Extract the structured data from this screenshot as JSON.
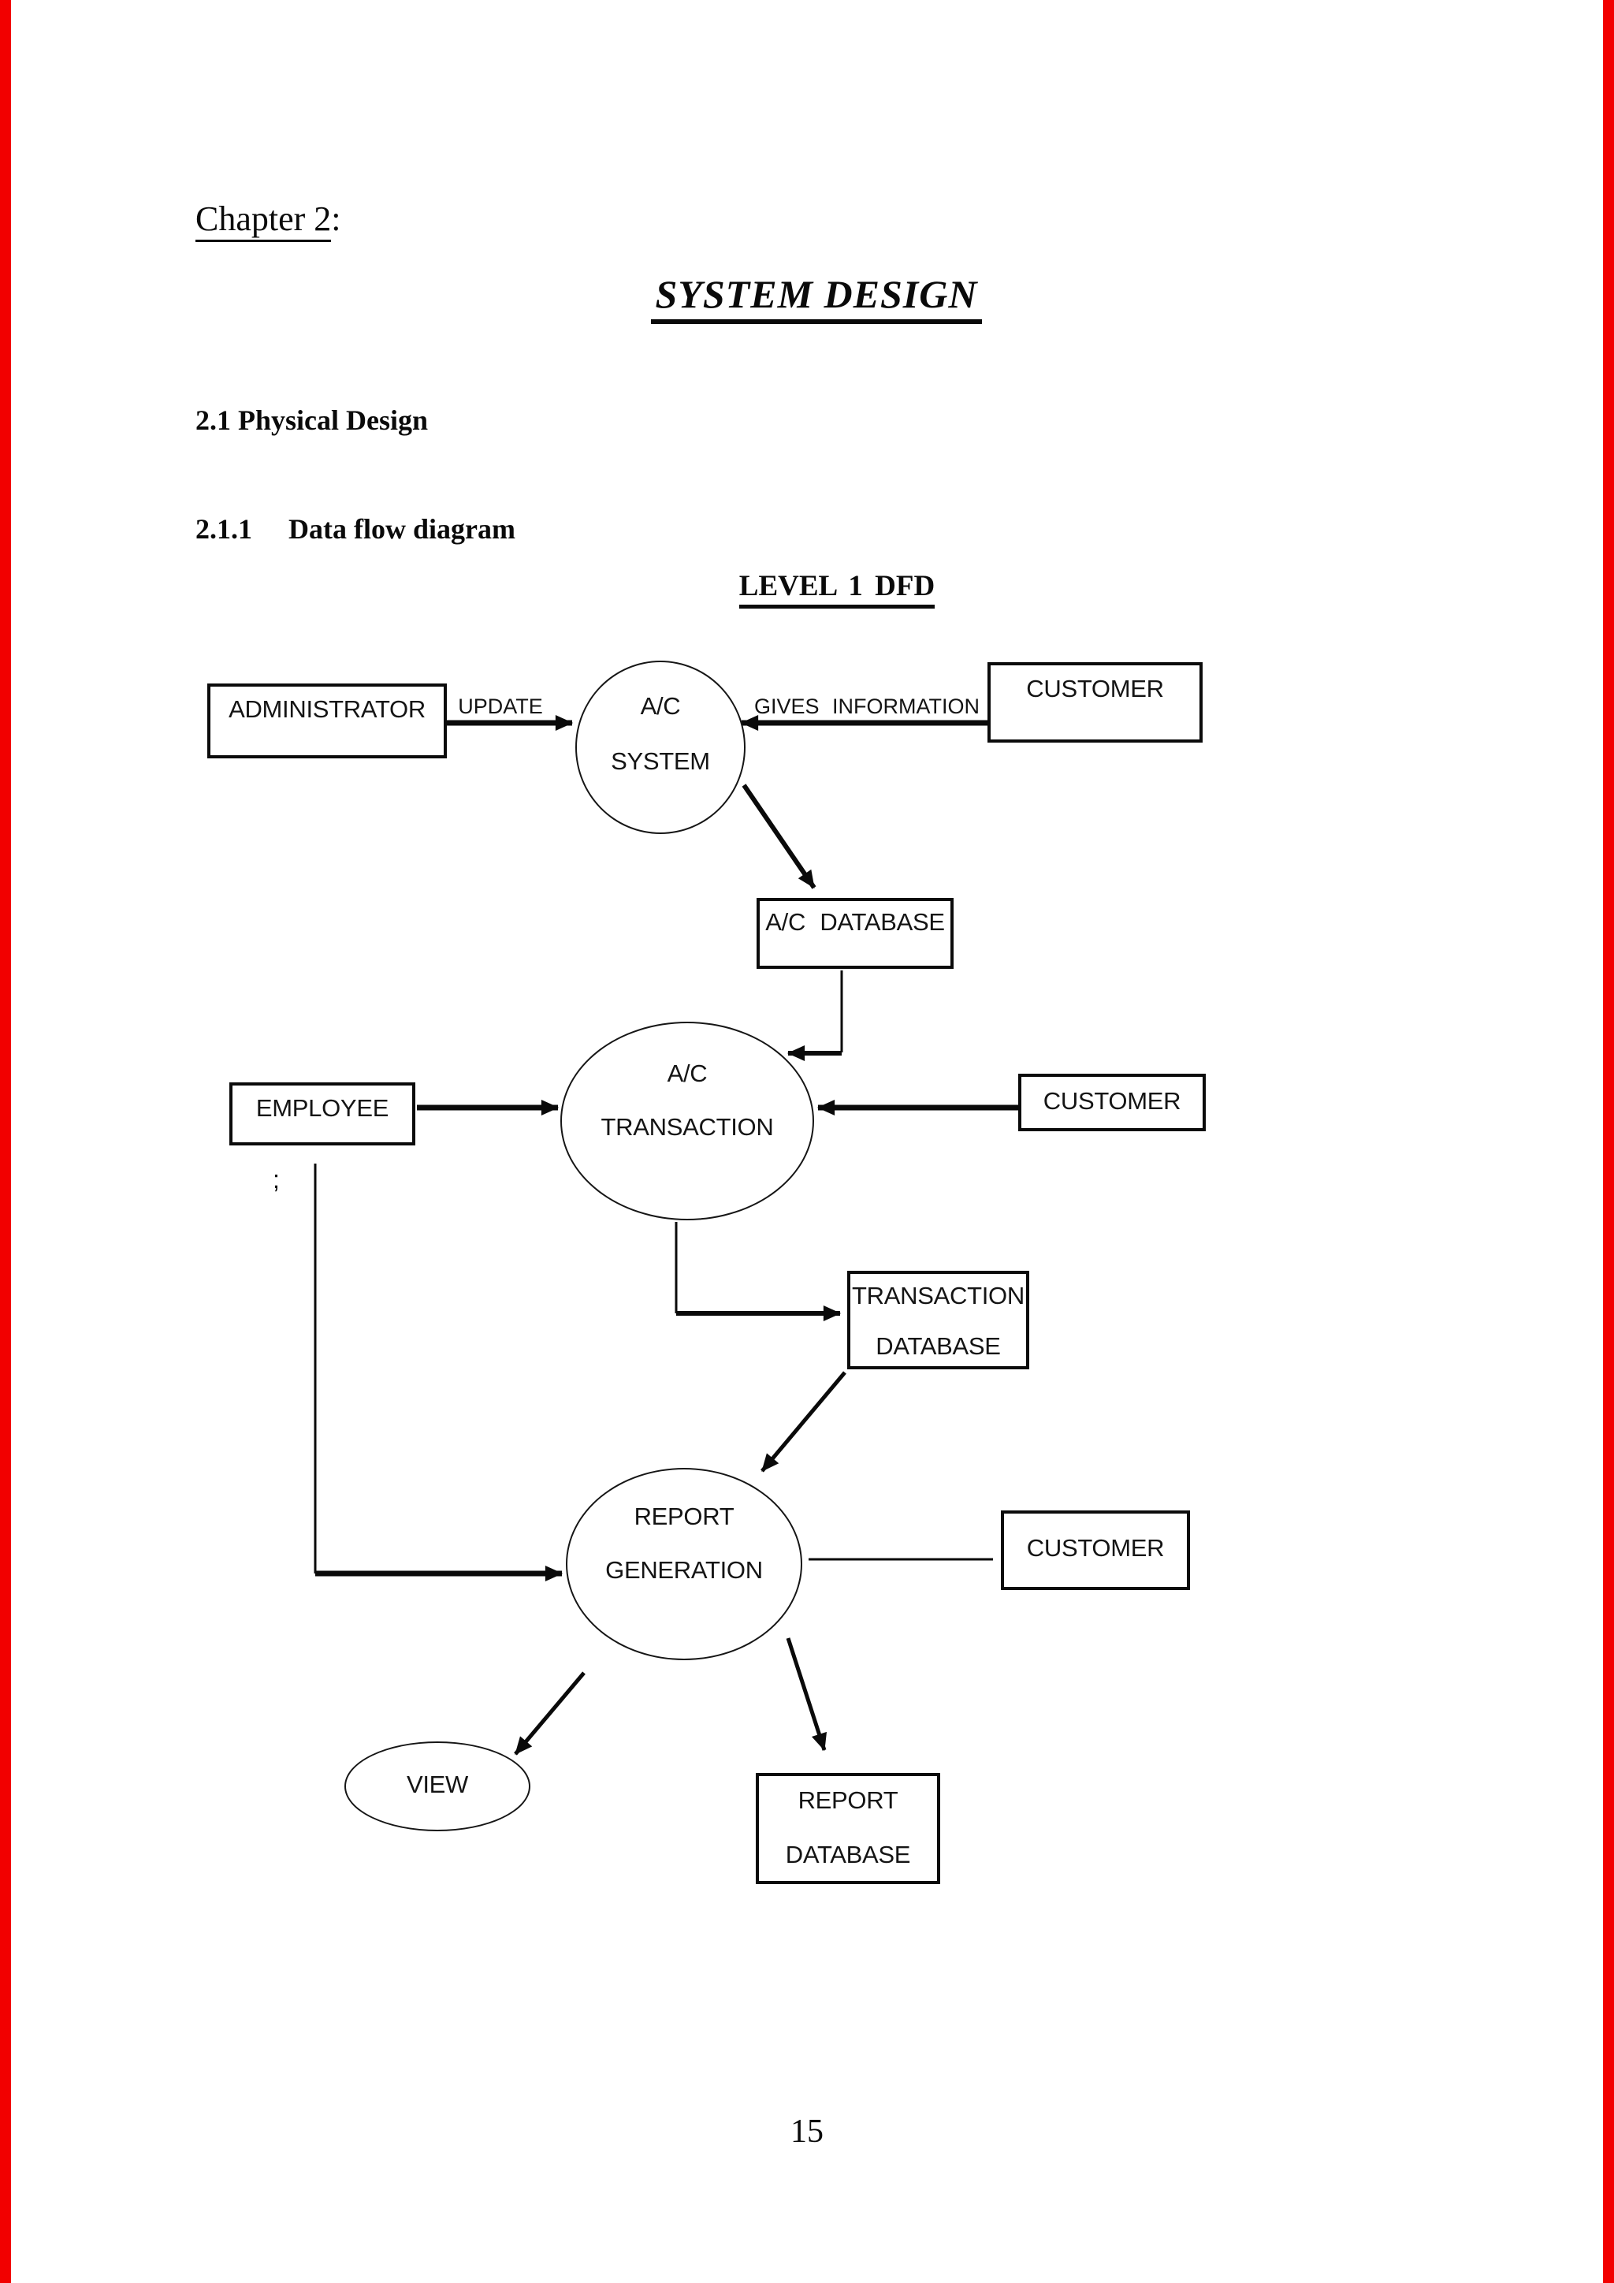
{
  "page": {
    "chapter_label": "Chapter 2",
    "chapter_colon": ":",
    "title": "SYSTEM DESIGN",
    "section_heading": "2.1 Physical Design",
    "subsection_number": "2.1.1",
    "subsection_title": "Data flow diagram",
    "diagram_title": "LEVEL 1 DFD",
    "page_number": "15",
    "stray_mark": ";"
  },
  "colors": {
    "ink": "#0a0a0a",
    "paper": "#ffffff",
    "scan_edge_red": "#f20000"
  },
  "diagram": {
    "entities": [
      {
        "label": "ADMINISTRATOR"
      },
      {
        "label": "CUSTOMER"
      },
      {
        "label": "EMPLOYEE"
      },
      {
        "label": "CUSTOMER"
      },
      {
        "label": "CUSTOMER"
      }
    ],
    "stores": [
      {
        "line1": "A/C DATABASE"
      },
      {
        "line1": "TRANSACTION",
        "line2": "DATABASE"
      },
      {
        "line1": "REPORT",
        "line2": "DATABASE"
      }
    ],
    "processes": [
      {
        "line1": "A/C",
        "line2": "SYSTEM"
      },
      {
        "line1": "A/C",
        "line2": "TRANSACTION"
      },
      {
        "line1": "REPORT",
        "line2": "GENERATION"
      },
      {
        "line1": "VIEW"
      }
    ],
    "flow_labels": {
      "update": "UPDATE",
      "gives_information": "GIVES INFORMATION"
    }
  }
}
